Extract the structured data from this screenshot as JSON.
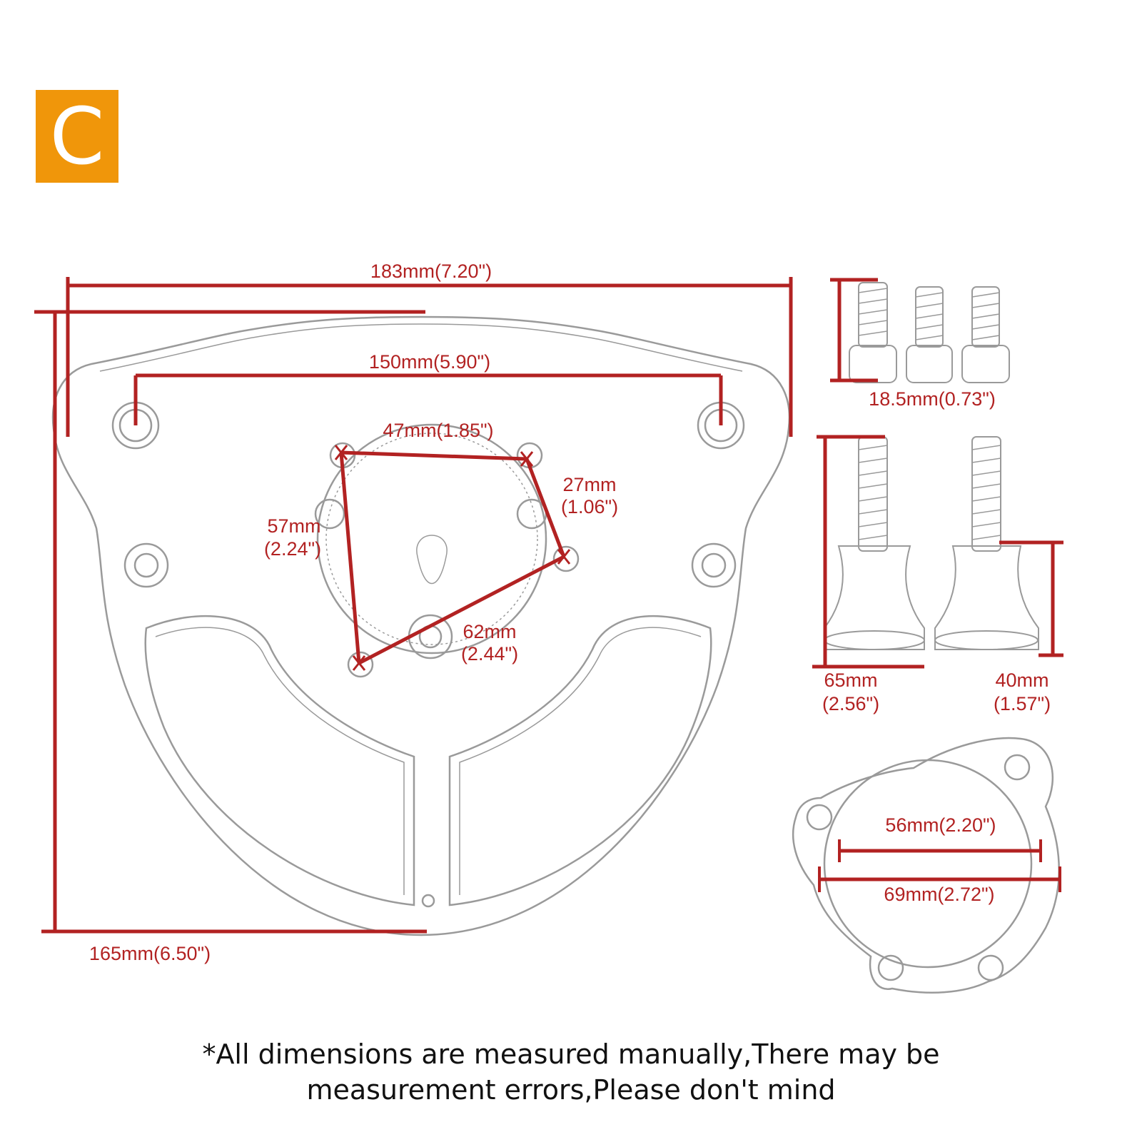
{
  "badge": {
    "letter": "C",
    "color": "#f0960a"
  },
  "colors": {
    "dimension": "#b22222",
    "outline": "#9a9a9a",
    "background": "#ffffff"
  },
  "dimensions": {
    "plate_width": "183mm(7.20\")",
    "plate_height": "165mm(6.50\")",
    "mount_hole_spacing": "150mm(5.90\")",
    "inner_top": "47mm(1.85\")",
    "inner_right_mm": "27mm",
    "inner_right_in": "(1.06\")",
    "inner_left_mm": "57mm",
    "inner_left_in": "(2.24\")",
    "inner_diag_mm": "62mm",
    "inner_diag_in": "(2.44\")",
    "short_bolt": "18.5mm(0.73\")",
    "long_bolt_mm": "65mm",
    "long_bolt_in": "(2.56\")",
    "spacer_mm": "40mm",
    "spacer_in": "(1.57\")",
    "gasket_inner": "56mm(2.20\")",
    "gasket_outer": "69mm(2.72\")"
  },
  "note": {
    "line1": "*All dimensions are measured manually,There may be",
    "line2": "measurement errors,Please don't mind"
  },
  "icons": [
    "backing-plate-icon",
    "short-bolt-icon",
    "long-bolt-icon",
    "spacer-icon",
    "gasket-icon"
  ]
}
